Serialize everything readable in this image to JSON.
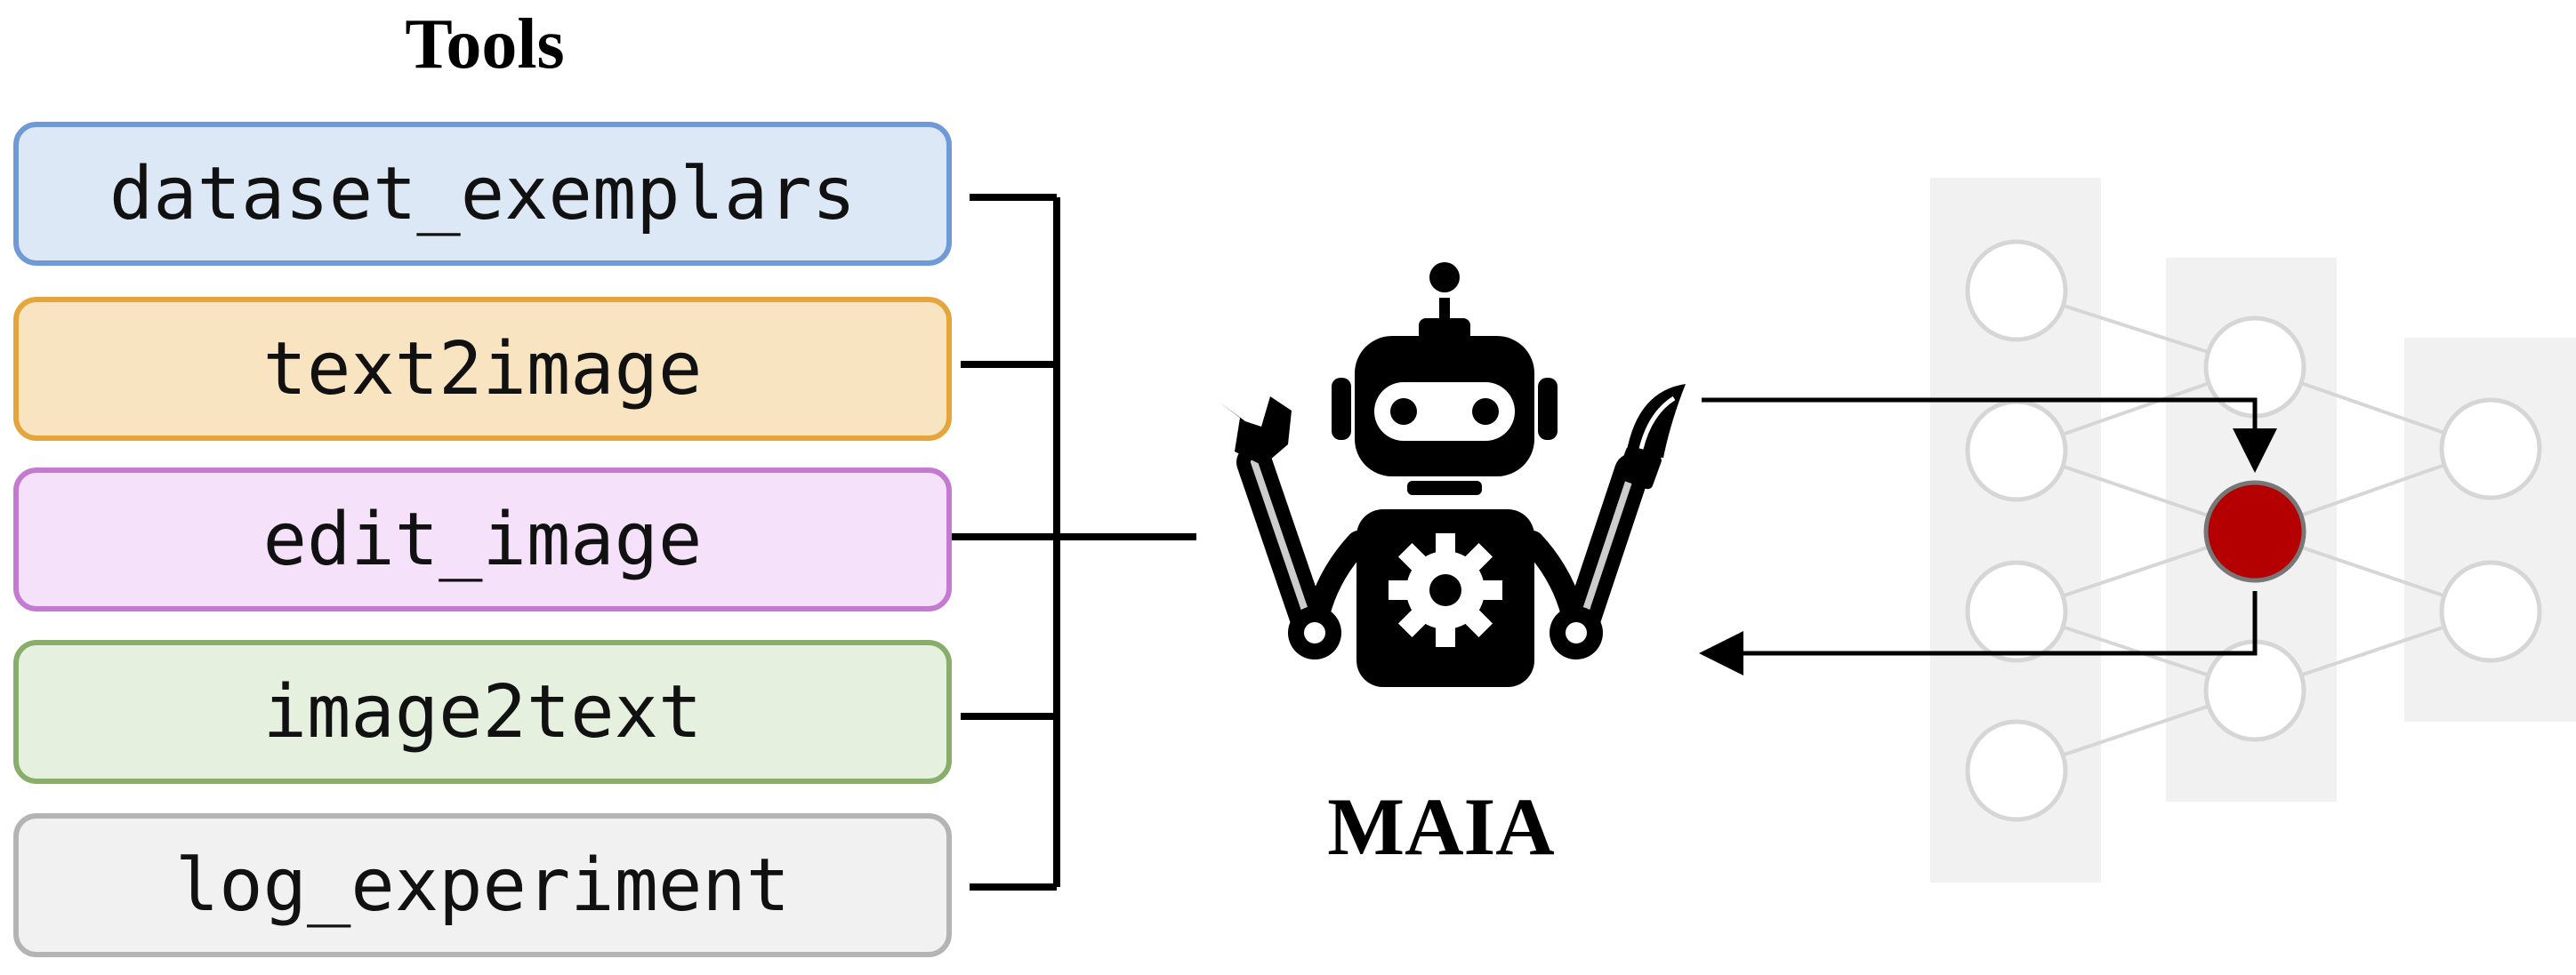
{
  "tools_title": "Tools",
  "tools": [
    {
      "label": "dataset_exemplars",
      "fill": "#dde8f6",
      "border": "#6f9ad6"
    },
    {
      "label": "text2image",
      "fill": "#f8e4c1",
      "border": "#e6a53b"
    },
    {
      "label": "edit_image",
      "fill": "#f5e1fa",
      "border": "#c57ad2"
    },
    {
      "label": "image2text",
      "fill": "#e6f0df",
      "border": "#89ad6b"
    },
    {
      "label": "log_experiment",
      "fill": "#f1f1f1",
      "border": "#b4b4b4"
    }
  ],
  "agent_label": "MAIA",
  "colors": {
    "line": "#000000",
    "network_panel": "#f1f1f1",
    "network_edge": "#d6d6d6",
    "target_neuron": "#b40000"
  },
  "icons": [
    "robot-icon",
    "wrench-icon",
    "paintbrush-icon",
    "gear-icon",
    "neural-network-icon"
  ]
}
